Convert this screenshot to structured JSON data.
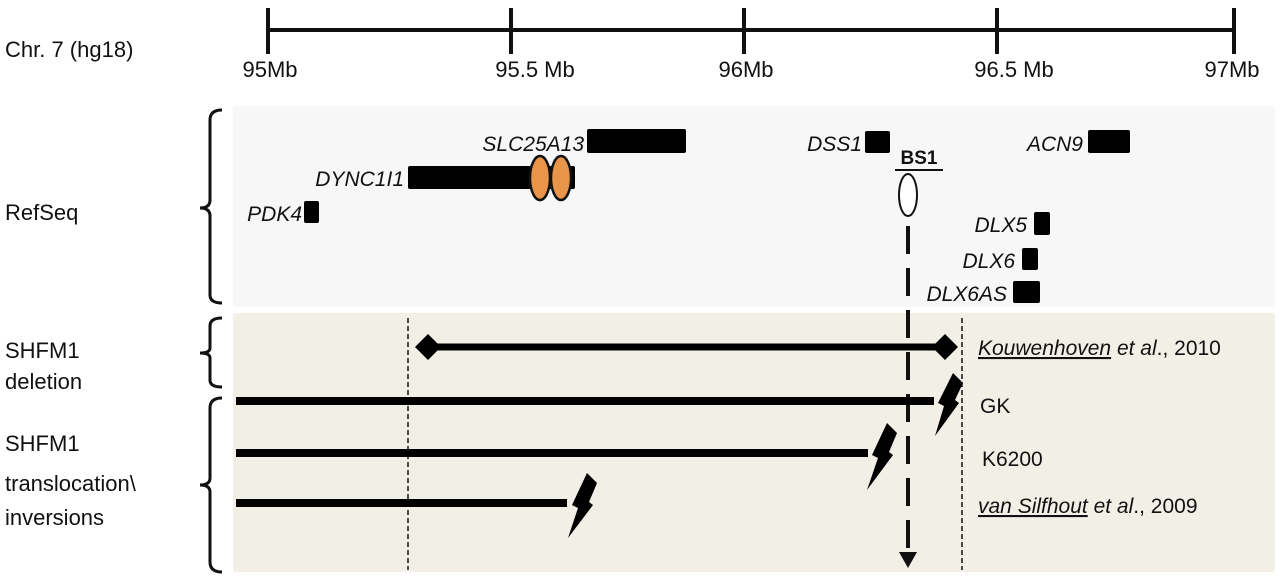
{
  "axis": {
    "chromosome_label": "Chr. 7 (hg18)",
    "ticks": [
      "95Mb",
      "95.5 Mb",
      "96Mb",
      "96.5 Mb",
      "97Mb"
    ]
  },
  "tracks": {
    "refseq": "RefSeq",
    "deletion": [
      "SHFM1",
      "deletion"
    ],
    "translocation": [
      "SHFM1",
      "translocation\\",
      "inversions"
    ]
  },
  "genes": {
    "slc25a13": "SLC25A13",
    "dync1i1": "DYNC1I1",
    "pdk4": "PDK4",
    "dss1": "DSS1",
    "acn9": "ACN9",
    "dlx5": "DLX5",
    "dlx6": "DLX6",
    "dlx6as": "DLX6AS"
  },
  "breakpoint": {
    "label": "BS1"
  },
  "cases": {
    "kouwenhoven": {
      "author": "Kouwenhoven",
      "etal": " et al",
      "rest": "., 2010"
    },
    "gk": "GK",
    "k6200": "K6200",
    "vansilfhout": {
      "author": "van Silfhout",
      "etal": " et al",
      "rest": "., 2009"
    }
  },
  "colors": {
    "refseq_bg": "#f7f7f7",
    "patient_bg": "#f2efe6",
    "ellipse_fill": "#e8954a"
  }
}
